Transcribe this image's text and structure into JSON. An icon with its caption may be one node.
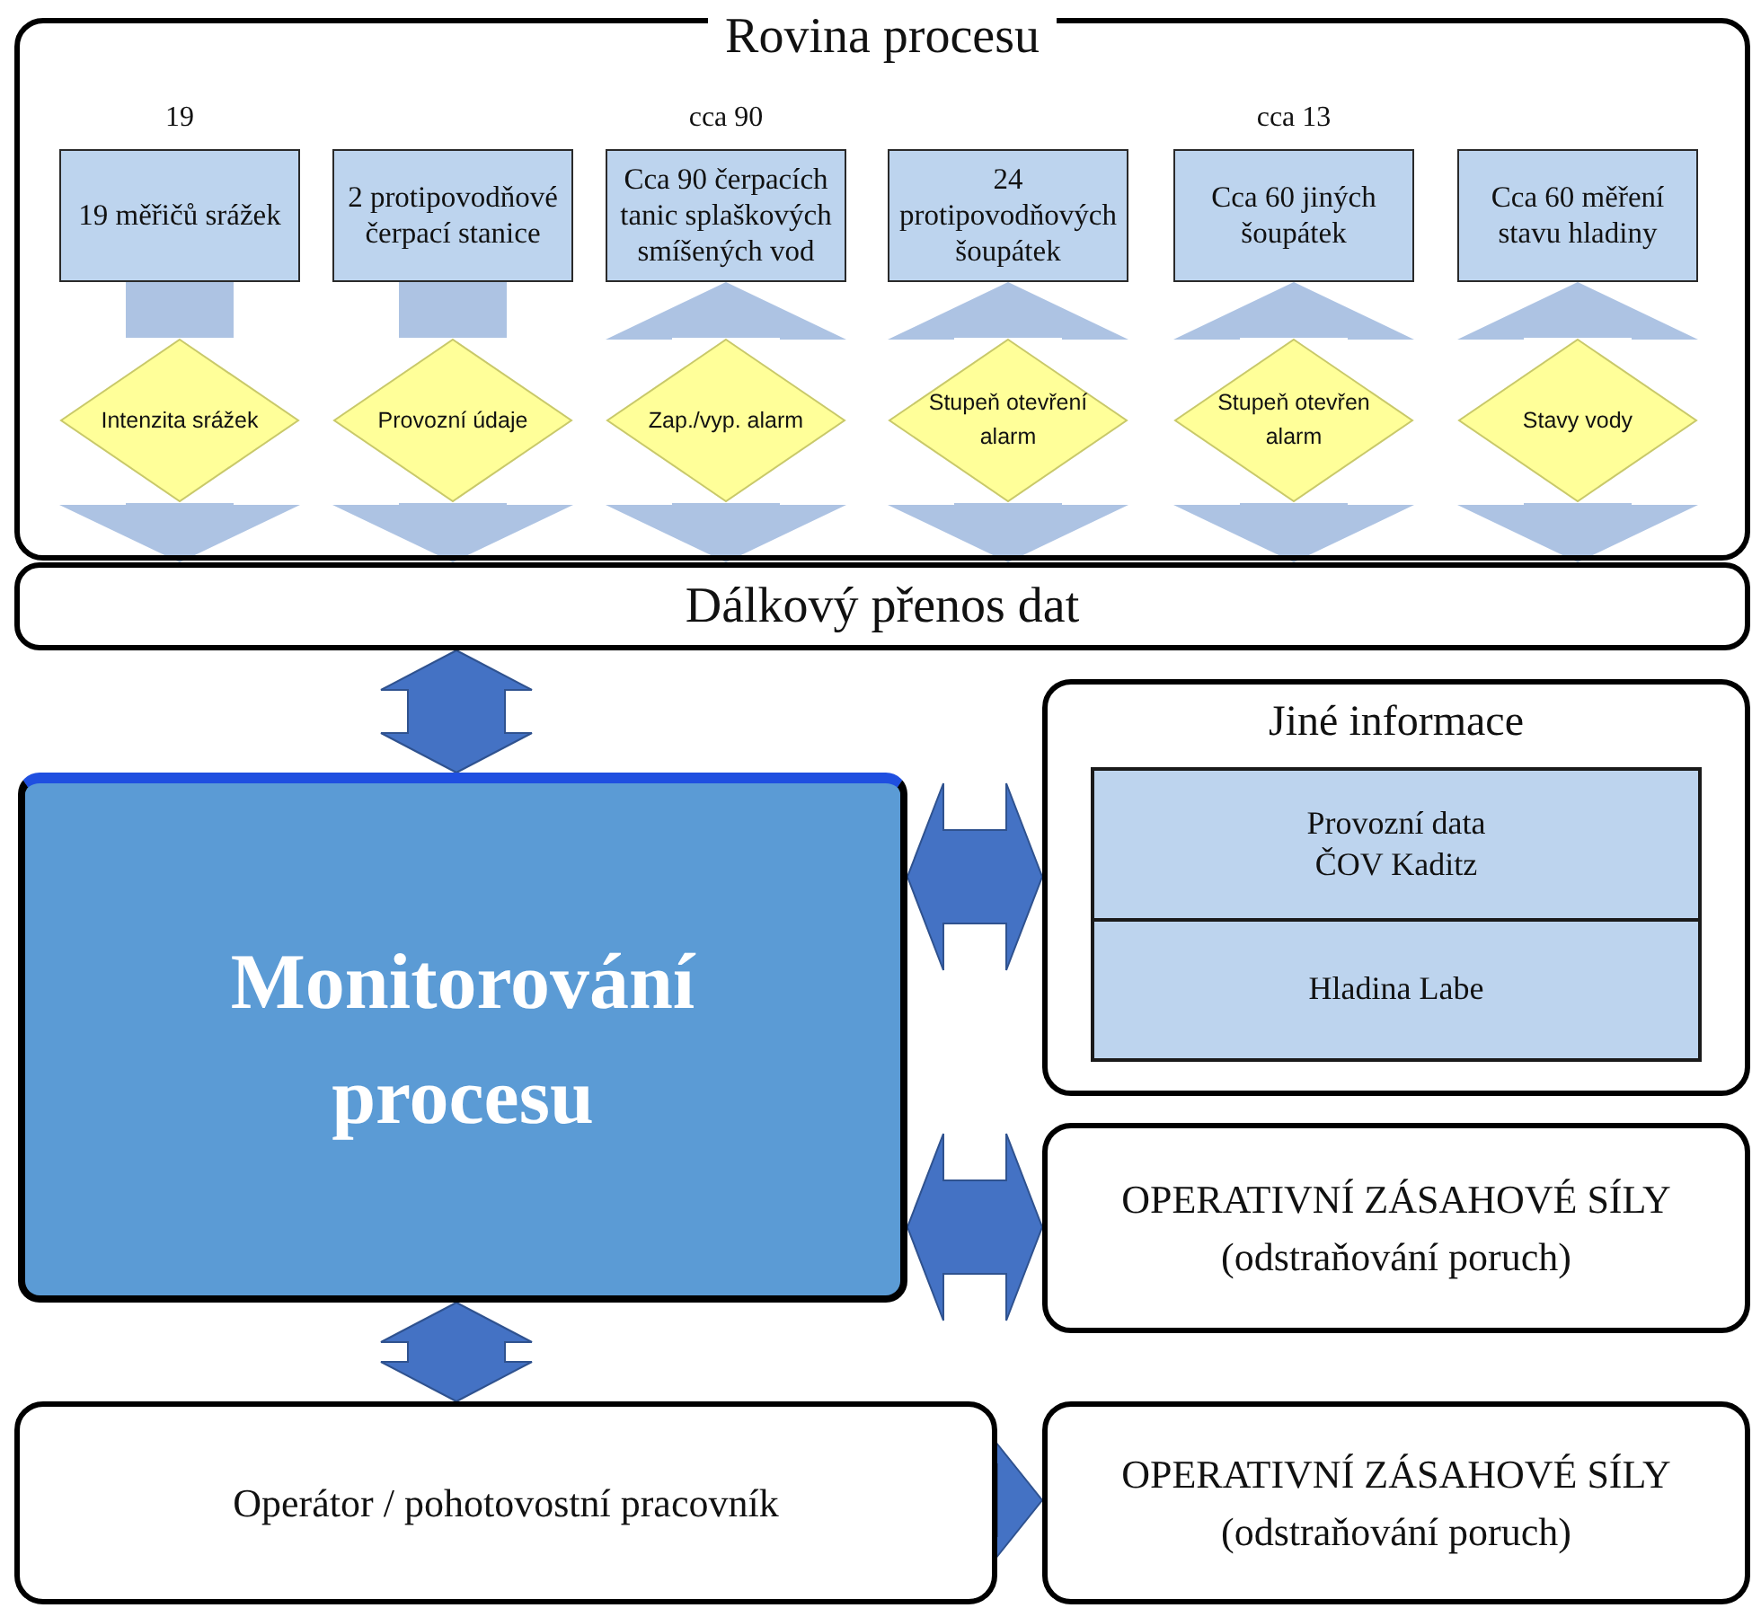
{
  "diagram": {
    "nodes": [
      {
        "text": [
          "Rovina procesu"
        ]
      },
      {
        "text": [
          "19 měřičů srážek"
        ],
        "in": 0,
        "beside": [
          "19"
        ]
      },
      {
        "text": [
          "2 protipovodňové čerpací stanice"
        ],
        "in": 0
      },
      {
        "text": [
          "Cca 90 čerpacích tanic splaškových smíšených vod"
        ],
        "in": 0,
        "beside": [
          "cca 90"
        ]
      },
      {
        "text": [
          "24 protipovodňových šoupátek"
        ],
        "in": 0
      },
      {
        "text": [
          "Cca 60 jiných šoupátek"
        ],
        "in": 0,
        "beside": [
          "cca 13"
        ]
      },
      {
        "text": [
          "Cca 60 měření stavu hladiny"
        ],
        "in": 0
      },
      {
        "text": [
          "Intenzita srážek"
        ],
        "in": 0
      },
      {
        "text": [
          "Provozní údaje"
        ],
        "in": 0
      },
      {
        "text": [
          "Zap./vyp. alarm"
        ],
        "in": 0
      },
      {
        "text": [
          "Stupeň otevření alarm"
        ],
        "in": 0
      },
      {
        "text": [
          "Stupeň otevřen alarm"
        ],
        "in": 0
      },
      {
        "text": [
          "Stavy vody"
        ],
        "in": 0
      },
      {
        "text": [
          "Dálkový přenos dat"
        ]
      },
      {
        "text": [
          "Monitorování procesu"
        ]
      },
      {
        "text": [
          "Jiné informace"
        ]
      },
      {
        "text": [
          "Provozní data ČOV Kaditz"
        ],
        "in": 15
      },
      {
        "text": [
          "Hladina Labe"
        ],
        "in": 15
      },
      {
        "text": [
          "OPERATIVNÍ ZÁSAHOVÉ SÍLY",
          "(odstraňování poruch)"
        ]
      },
      {
        "text": [
          "Operátor / pohotovostní pracovník"
        ]
      },
      {
        "text": [
          "OPERATIVNÍ ZÁSAHOVÉ SÍLY",
          "(odstraňování poruch)"
        ]
      }
    ],
    "edges": [
      {
        "from": 1,
        "to": 7,
        "arrow": "none"
      },
      {
        "from": 7,
        "to": 13,
        "arrow": "to"
      },
      {
        "from": 2,
        "to": 8,
        "arrow": "none"
      },
      {
        "from": 8,
        "to": 13,
        "arrow": "to"
      },
      {
        "from": 9,
        "to": 3,
        "arrow": "to"
      },
      {
        "from": 9,
        "to": 13,
        "arrow": "to"
      },
      {
        "from": 10,
        "to": 4,
        "arrow": "to"
      },
      {
        "from": 10,
        "to": 13,
        "arrow": "to"
      },
      {
        "from": 11,
        "to": 5,
        "arrow": "to"
      },
      {
        "from": 11,
        "to": 13,
        "arrow": "to"
      },
      {
        "from": 12,
        "to": 6,
        "arrow": "to"
      },
      {
        "from": 12,
        "to": 13,
        "arrow": "to"
      },
      {
        "from": 13,
        "to": 14,
        "arrow": "both",
        "color": "#4472c4"
      },
      {
        "from": 14,
        "to": 15,
        "arrow": "both",
        "color": "#4472c4"
      },
      {
        "from": 14,
        "to": 18,
        "arrow": "both",
        "color": "#4472c4"
      },
      {
        "from": 14,
        "to": 19,
        "arrow": "both",
        "color": "#4472c4"
      },
      {
        "from": 19,
        "to": 20,
        "arrow": "to",
        "color": "#4472c4"
      }
    ]
  }
}
